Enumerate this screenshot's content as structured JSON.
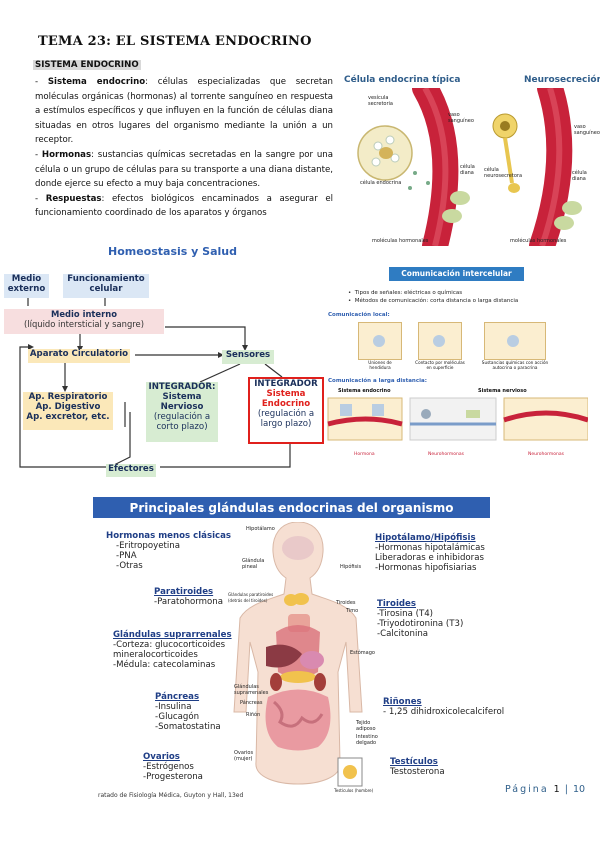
{
  "title": "TEMA 23: EL SISTEMA ENDOCRINO",
  "section_heading": "SISTEMA ENDOCRINO",
  "paragraphs": [
    {
      "term": "Sistema endocrino",
      "text": ": células especializadas que secretan moléculas orgánicas (hormonas) al torrente sanguíneo en respuesta a estímulos específicos y que influyen en la función de células diana situadas en otros lugares del organismo mediante la unión a un receptor."
    },
    {
      "term": "Hormonas",
      "text": ": sustancias químicas secretadas en la sangre por una célula o un grupo de células para su transporte a una diana distante, donde ejerce su efecto a muy baja concentraciones."
    },
    {
      "term": "Respuestas",
      "text": ": efectos biológicos encaminados a asegurar el funcionamiento coordinado de los aparatos y órganos"
    }
  ],
  "figure1": {
    "title_left": "Célula endocrina típica",
    "title_right": "Neurosecreción",
    "labels_left": {
      "vesicula": "vesícula secretoria",
      "vaso": "vaso sanguíneo",
      "celula_endocrina": "célula endocrina",
      "celula_diana": "célula diana",
      "moleculas": "moléculas hormonales"
    },
    "labels_right": {
      "vaso": "vaso sanguíneo",
      "celula_neuro": "célula neurosecretora",
      "celula_diana": "célula diana",
      "moleculas": "moléculas hormonales"
    }
  },
  "homeostasis": {
    "title": "Homeostasis y Salud",
    "medio_externo": "Medio externo",
    "funcionamiento": "Funcionamiento celular",
    "medio_interno": "Medio interno",
    "medio_interno_sub": "(líquido intersticial y sangre)",
    "aparato_circ": "Aparato Circulatorio",
    "sensores": "Sensores",
    "ap_resp": "Ap. Respiratorio",
    "ap_dig": "Ap. Digestivo",
    "ap_exc": "Ap. excretor, etc.",
    "int1_title": "INTEGRADOR:",
    "int1_name": "Sistema Nervioso",
    "int1_sub": "(regulación a corto plazo)",
    "int2_title": "INTEGRADOR",
    "int2_name": "Sistema Endocrino",
    "int2_sub": "(regulación a largo plazo)",
    "efectores": "Efectores"
  },
  "comunicacion": {
    "title": "Comunicación intercelular",
    "bullets": [
      "Tipos de señales: eléctricas o químicas",
      "Métodos de comunicación: corta distancia o larga distancia"
    ],
    "local": "Comunicación local:",
    "local_labels": [
      "Uniones de hendidura",
      "Contacto por moléculas en superficie",
      "Sustancias químicas con acción autocrina o paracrina"
    ],
    "larga": "Comunicación a larga distancia:",
    "sys_endo": "Sistema endocrino",
    "sys_nerv": "Sistema nervioso",
    "bottom_labels": [
      "Hormona",
      "Neurohormonas",
      "Neurohormonas"
    ]
  },
  "glands": {
    "title": "Principales glándulas endocrinas del organismo",
    "menos_clasicas": {
      "head": "Hormonas menos clásicas",
      "items": [
        "-Eritropoyetina",
        "-PNA",
        "-Otras"
      ]
    },
    "paratiroides": {
      "head": "Paratiroides",
      "items": [
        "-Paratohormona"
      ]
    },
    "suprarrenales": {
      "head": "Glándulas suprarrenales",
      "items": [
        "-Corteza: glucocorticoides",
        "mineralocorticoides",
        "-Médula: catecolaminas"
      ]
    },
    "pancreas": {
      "head": "Páncreas",
      "items": [
        "-Insulina",
        "-Glucagón",
        "-Somatostatina"
      ]
    },
    "ovarios": {
      "head": "Ovarios",
      "items": [
        "-Estrógenos",
        "-Progesterona"
      ]
    },
    "hipotalamo": {
      "head": "Hipotálamo/Hipófisis",
      "items": [
        "-Hormonas hipotalámicas",
        "Liberadoras e inhibidoras",
        "-Hormonas hipofisiarias"
      ]
    },
    "tiroides": {
      "head": "Tiroides",
      "items": [
        "-Tirosina (T4)",
        "-Triyodotironina (T3)",
        "-Calcitonina"
      ]
    },
    "rinones": {
      "head": "Riñones",
      "items": [
        "- 1,25 dihidroxicolecalciferol"
      ]
    },
    "testiculos": {
      "head": "Testículos",
      "items": [
        "Testosterona"
      ]
    },
    "body_labels": [
      "Hipotálamo",
      "Glándula pineal",
      "Hipófisis",
      "Glándulas paratiroides (detrás del tiroides)",
      "Tiroides",
      "Timo",
      "Estómago",
      "Glándulas suprarrenales",
      "Páncreas",
      "Riñón",
      "Tejido adiposo",
      "Intestino delgado",
      "Ovarios (mujer)",
      "Testículos (hombre)"
    ]
  },
  "caption": "ratado de Fisiología Médica, Guyton y Hall, 13ed",
  "page": {
    "label": "Página",
    "current": "1",
    "sep": "|",
    "total": "10"
  },
  "colors": {
    "blue_title": "#2f5fb0",
    "banner": "#2f5fb0",
    "red_box": "#e0201c",
    "vessel": "#c8223a"
  }
}
